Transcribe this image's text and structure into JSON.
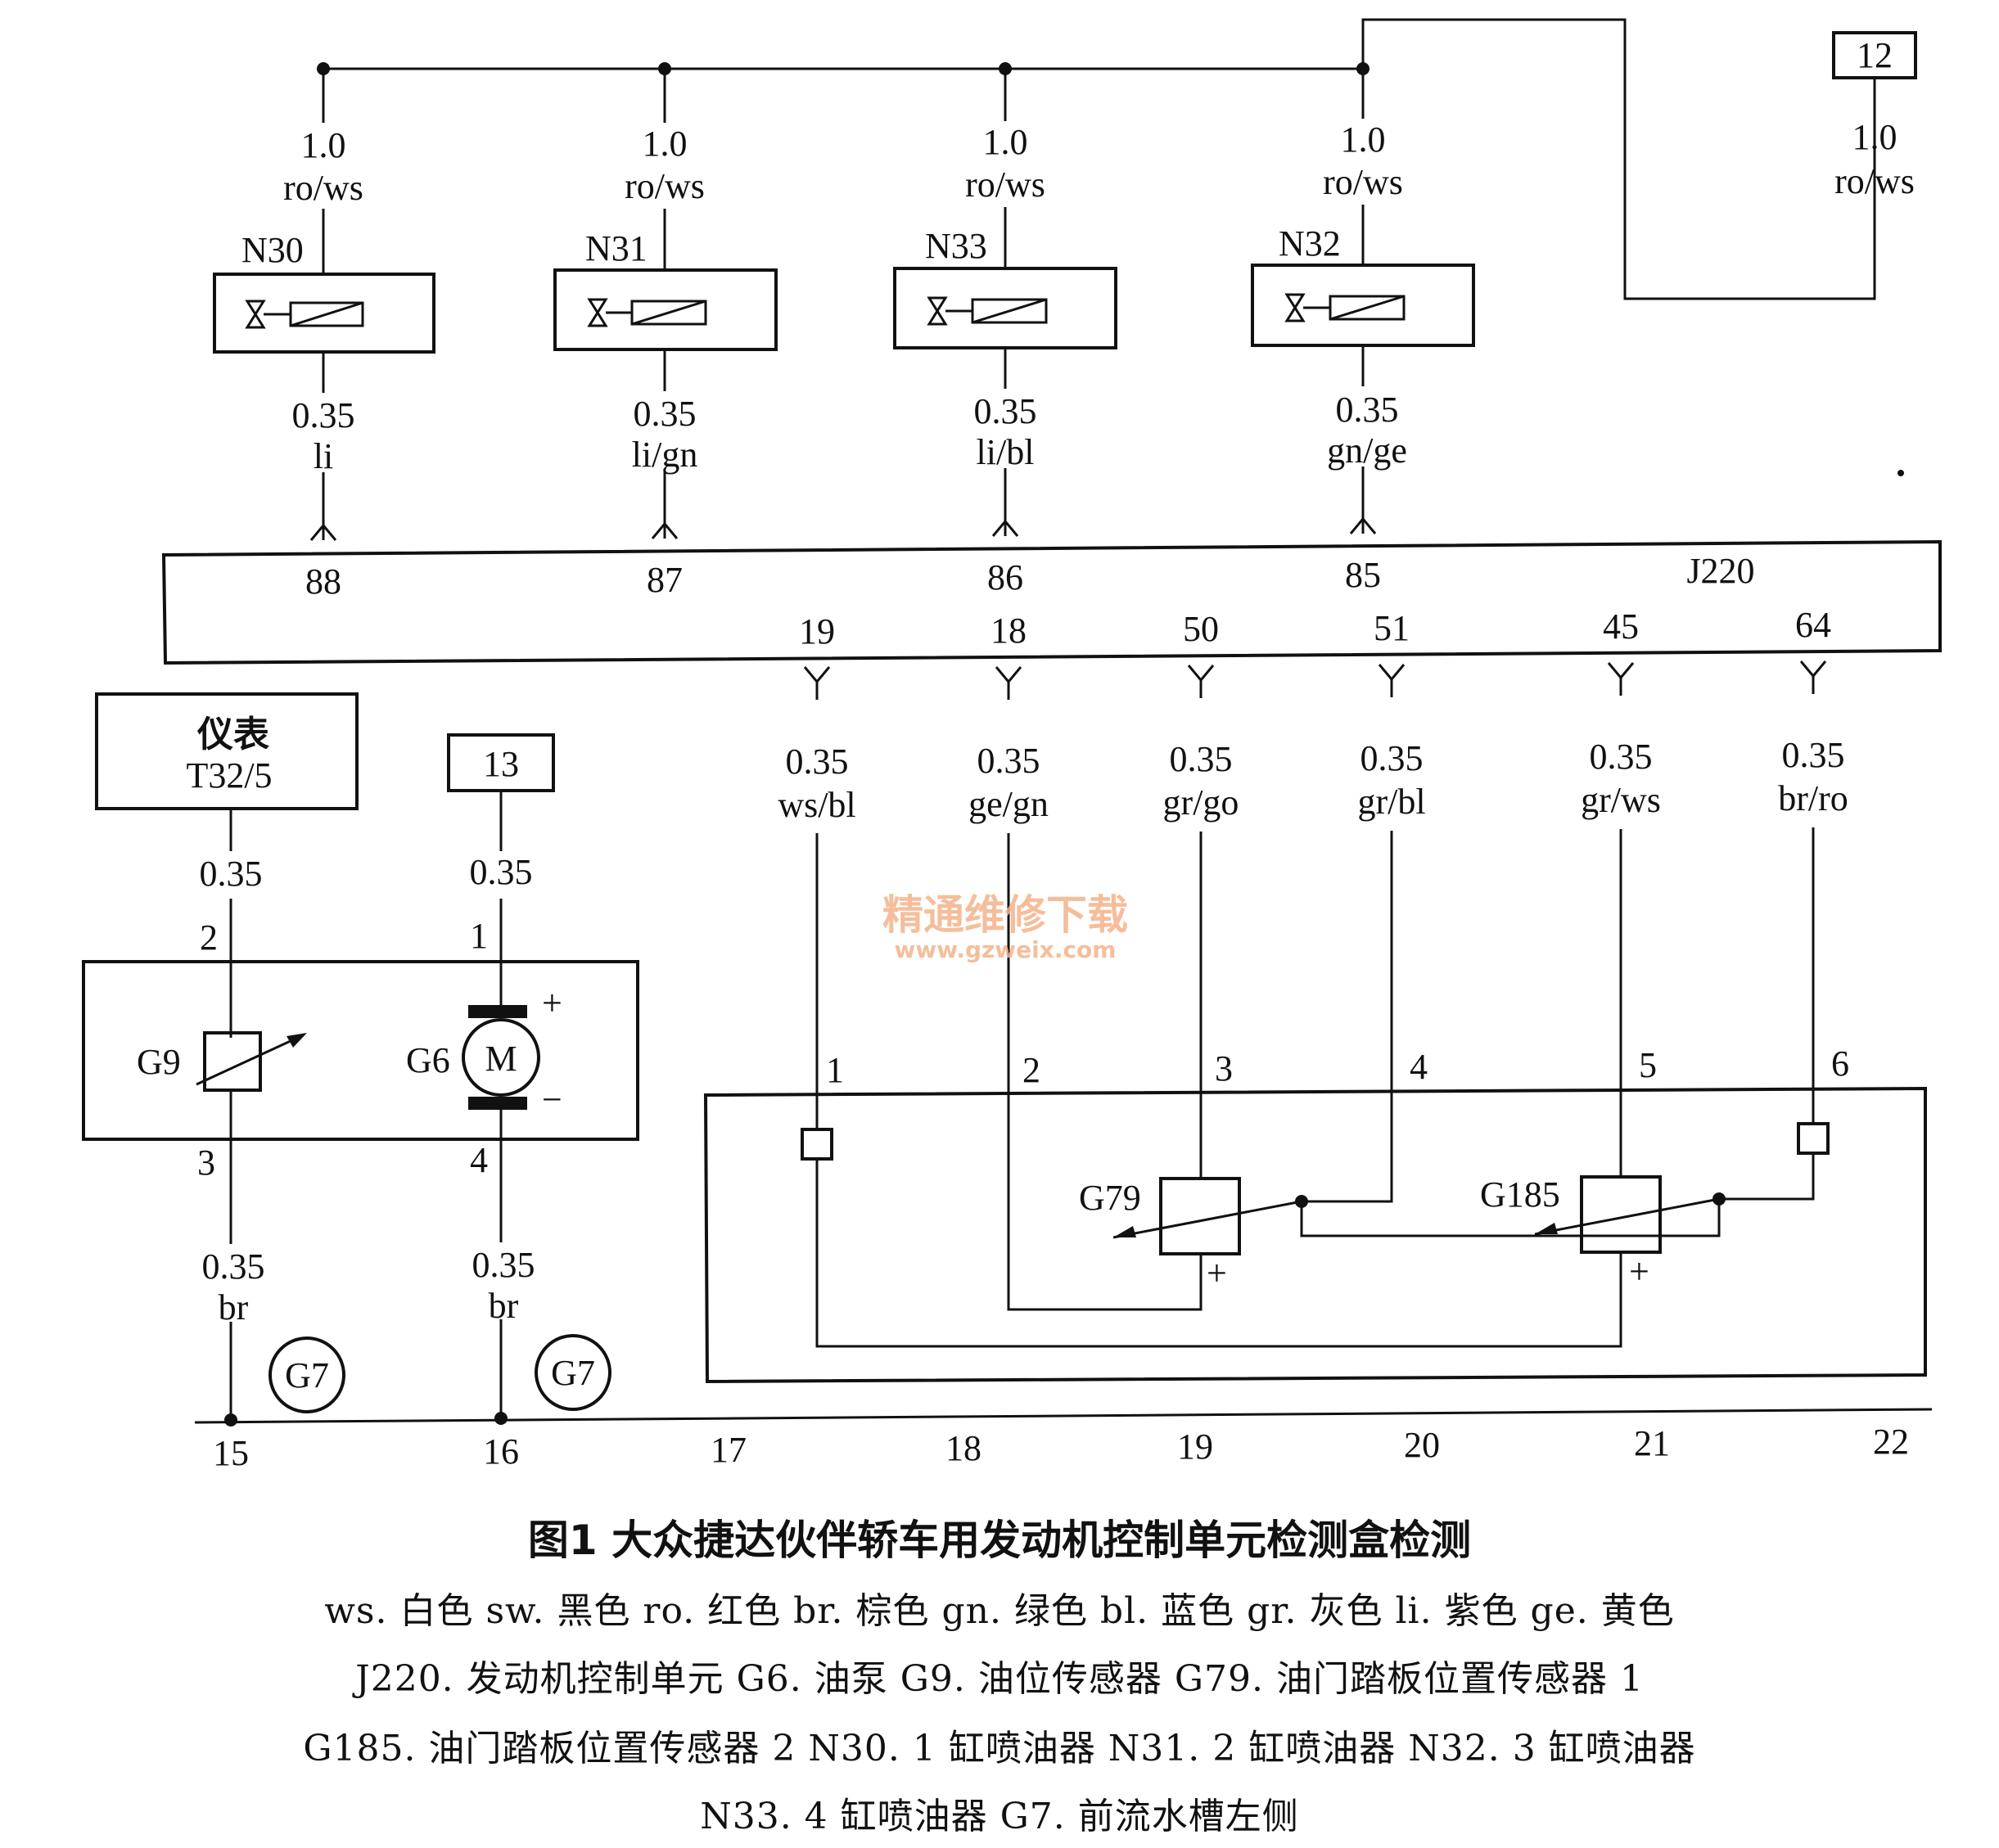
{
  "top_feed": {
    "terminal": "12",
    "size": "1.0",
    "color": "ro/ws"
  },
  "injectors": [
    {
      "name": "N30",
      "in_size": "1.0",
      "in_color": "ro/ws",
      "out_size": "0.35",
      "out_color": "li",
      "pin": "88"
    },
    {
      "name": "N31",
      "in_size": "1.0",
      "in_color": "ro/ws",
      "out_size": "0.35",
      "out_color": "li/gn",
      "pin": "87"
    },
    {
      "name": "N33",
      "in_size": "1.0",
      "in_color": "ro/ws",
      "out_size": "0.35",
      "out_color": "li/bl",
      "pin": "86"
    },
    {
      "name": "N32",
      "in_size": "1.0",
      "in_color": "ro/ws",
      "out_size": "0.35",
      "out_color": "gn/ge",
      "pin": "85"
    }
  ],
  "ecu": {
    "name": "J220",
    "lower_pins": [
      {
        "pin": "19",
        "size": "0.35",
        "color": "ws/bl",
        "box_pin": "1"
      },
      {
        "pin": "18",
        "size": "0.35",
        "color": "ge/gn",
        "box_pin": "2"
      },
      {
        "pin": "50",
        "size": "0.35",
        "color": "gr/go",
        "box_pin": "3"
      },
      {
        "pin": "51",
        "size": "0.35",
        "color": "gr/bl",
        "box_pin": "4"
      },
      {
        "pin": "45",
        "size": "0.35",
        "color": "gr/ws",
        "box_pin": "5"
      },
      {
        "pin": "64",
        "size": "0.35",
        "color": "br/ro",
        "box_pin": "6"
      }
    ]
  },
  "instrument": {
    "line1": "仪表",
    "line2": "T32/5",
    "size": "0.35",
    "pin_top": "2",
    "pin_bottom": "3",
    "ground_size": "0.35",
    "ground_color": "br"
  },
  "pump_feed": {
    "terminal": "13",
    "size": "0.35",
    "pin_top": "1",
    "pin_bottom": "4",
    "ground_size": "0.35",
    "ground_color": "br"
  },
  "fuel_unit": {
    "sender": "G9",
    "pump": "G6",
    "motor_symbol": "M",
    "plus": "+",
    "minus": "−"
  },
  "pedal_unit": {
    "sensor1": "G79",
    "sensor2": "G185",
    "plus": "+"
  },
  "ground_points": [
    "G7",
    "G7"
  ],
  "coordinates": [
    "15",
    "16",
    "17",
    "18",
    "19",
    "20",
    "21",
    "22"
  ],
  "watermark": {
    "cn": "精通维修下载",
    "url": "www.gzweix.com"
  },
  "caption": {
    "title": "图1  大众捷达伙伴轿车用发动机控制单元检测盒检测",
    "line1": "ws. 白色   sw. 黑色   ro. 红色   br. 棕色   gn. 绿色   bl. 蓝色   gr. 灰色   li. 紫色   ge. 黄色",
    "line2": "J220. 发动机控制单元    G6. 油泵    G9. 油位传感器    G79. 油门踏板位置传感器 1",
    "line3": "G185. 油门踏板位置传感器 2    N30. 1 缸喷油器    N31. 2 缸喷油器    N32. 3 缸喷油器",
    "line4": "N33. 4 缸喷油器    G7. 前流水槽左侧"
  }
}
